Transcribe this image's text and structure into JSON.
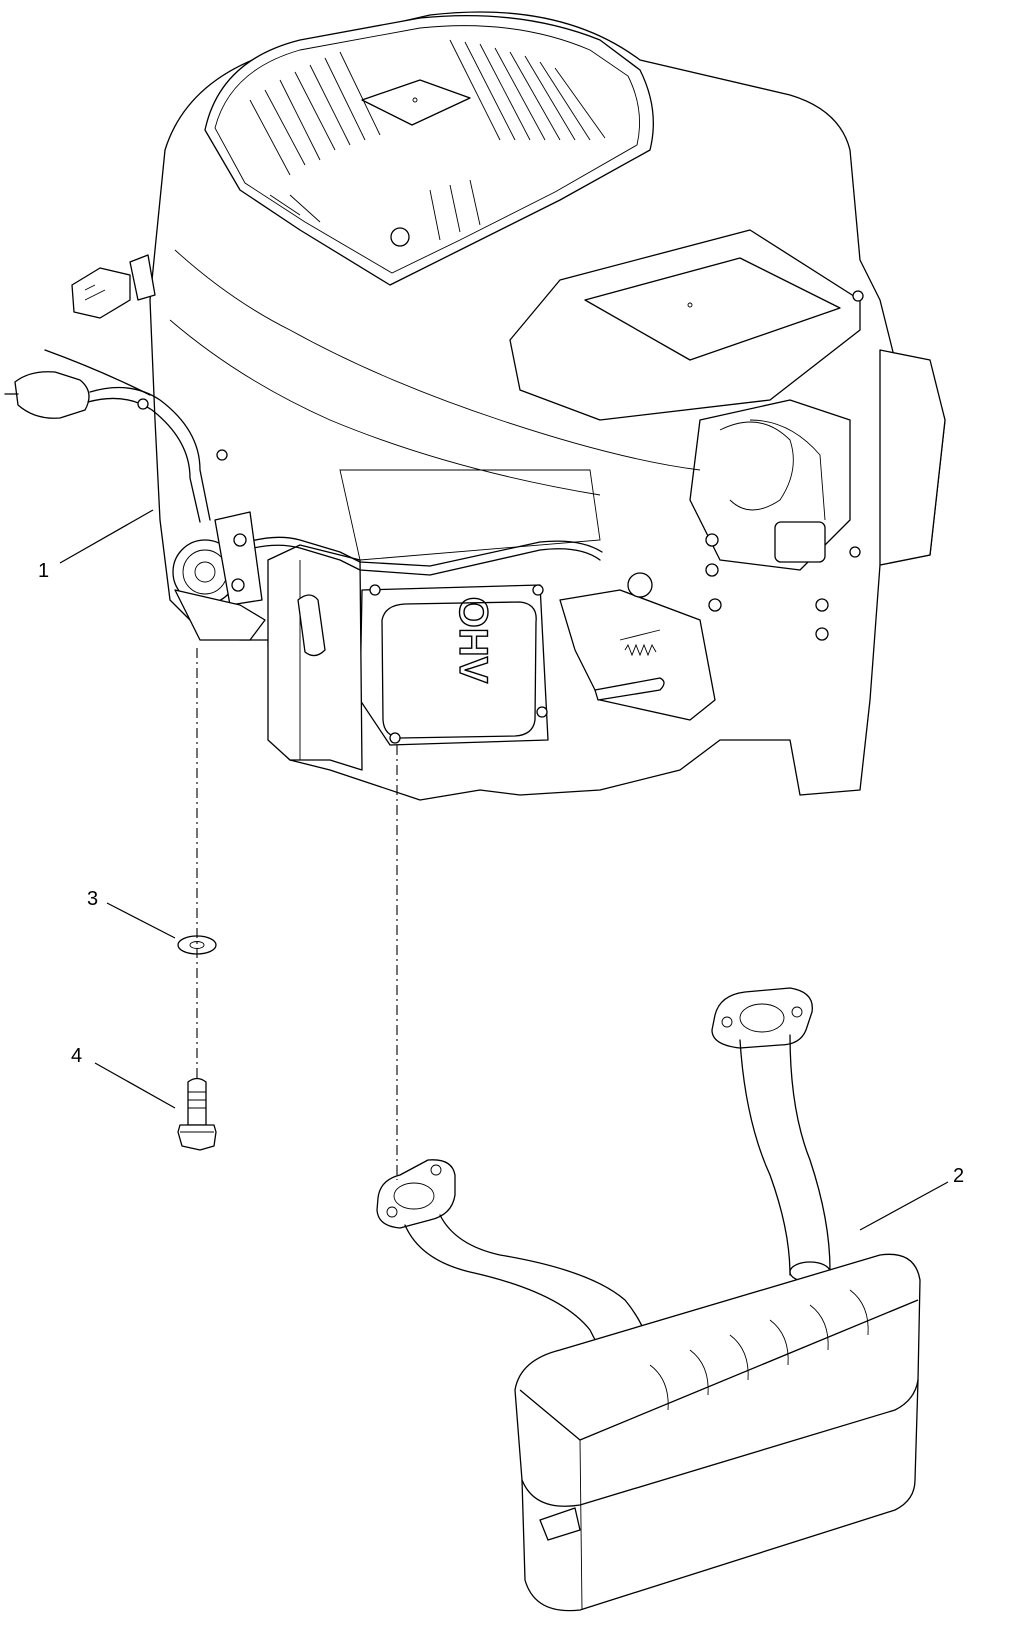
{
  "diagram": {
    "engine_badge": "OHV",
    "callouts": [
      {
        "id": "1",
        "label": "1"
      },
      {
        "id": "2",
        "label": "2"
      },
      {
        "id": "3",
        "label": "3"
      },
      {
        "id": "4",
        "label": "4"
      }
    ]
  }
}
